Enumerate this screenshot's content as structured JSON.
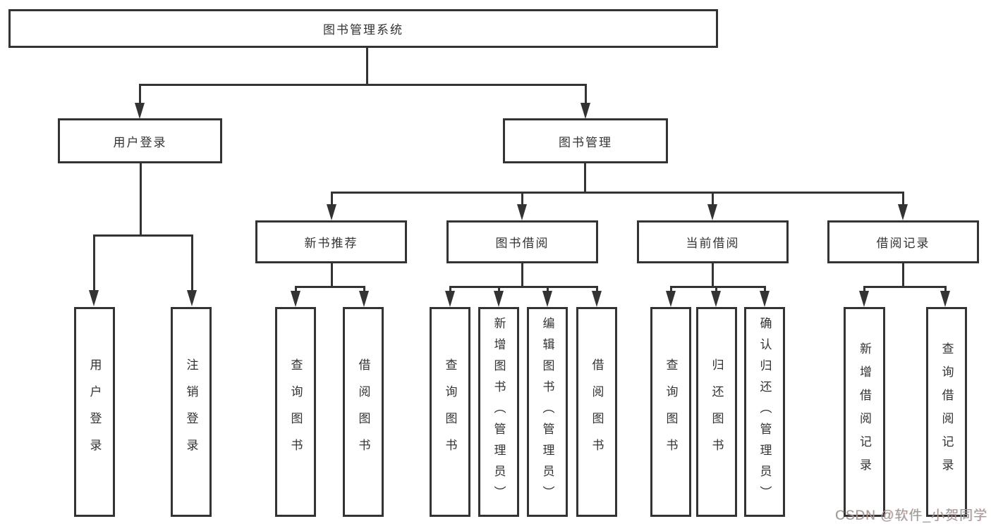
{
  "diagram": {
    "root": {
      "label": "图书管理系统"
    },
    "level1": [
      {
        "label": "用户登录"
      },
      {
        "label": "图书管理"
      }
    ],
    "level2": [
      {
        "label": "新书推荐"
      },
      {
        "label": "图书借阅"
      },
      {
        "label": "当前借阅"
      },
      {
        "label": "借阅记录"
      }
    ],
    "level3": [
      "用户登录",
      "注销登录",
      "查询图书",
      "借阅图书",
      "查询图书",
      "新增图书（管理员）",
      "编辑图书（管理员）",
      "借阅图书",
      "查询图书",
      "归还图书",
      "确认归还（管理员）",
      "新增借阅记录",
      "查询借阅记录"
    ]
  },
  "watermark": {
    "text": "CSDN @软件_小贺同学"
  },
  "colors": {
    "line": "#333333",
    "box_border": "#333333",
    "text": "#333333",
    "background": "#ffffff",
    "watermark": "#9b9b9b"
  }
}
